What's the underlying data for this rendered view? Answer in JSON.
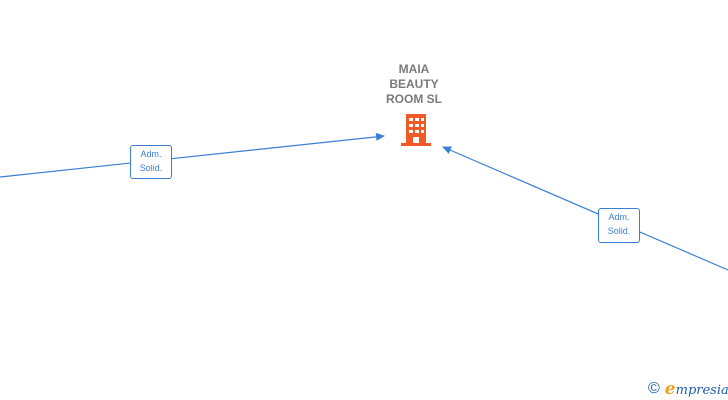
{
  "company": {
    "name": "MAIA\nBEAUTY\nROOM  SL",
    "icon": "building-icon",
    "icon_color": "#f05a28"
  },
  "relations": [
    {
      "label_line1": "Adm.",
      "label_line2": "Solid.",
      "direction": "from-left"
    },
    {
      "label_line1": "Adm.",
      "label_line2": "Solid.",
      "direction": "from-right"
    }
  ],
  "colors": {
    "edge": "#3a7fd5",
    "label_text": "#7a7a7a"
  },
  "brand": {
    "copyright": "©",
    "first_letter": "e",
    "rest": "mpresia"
  }
}
